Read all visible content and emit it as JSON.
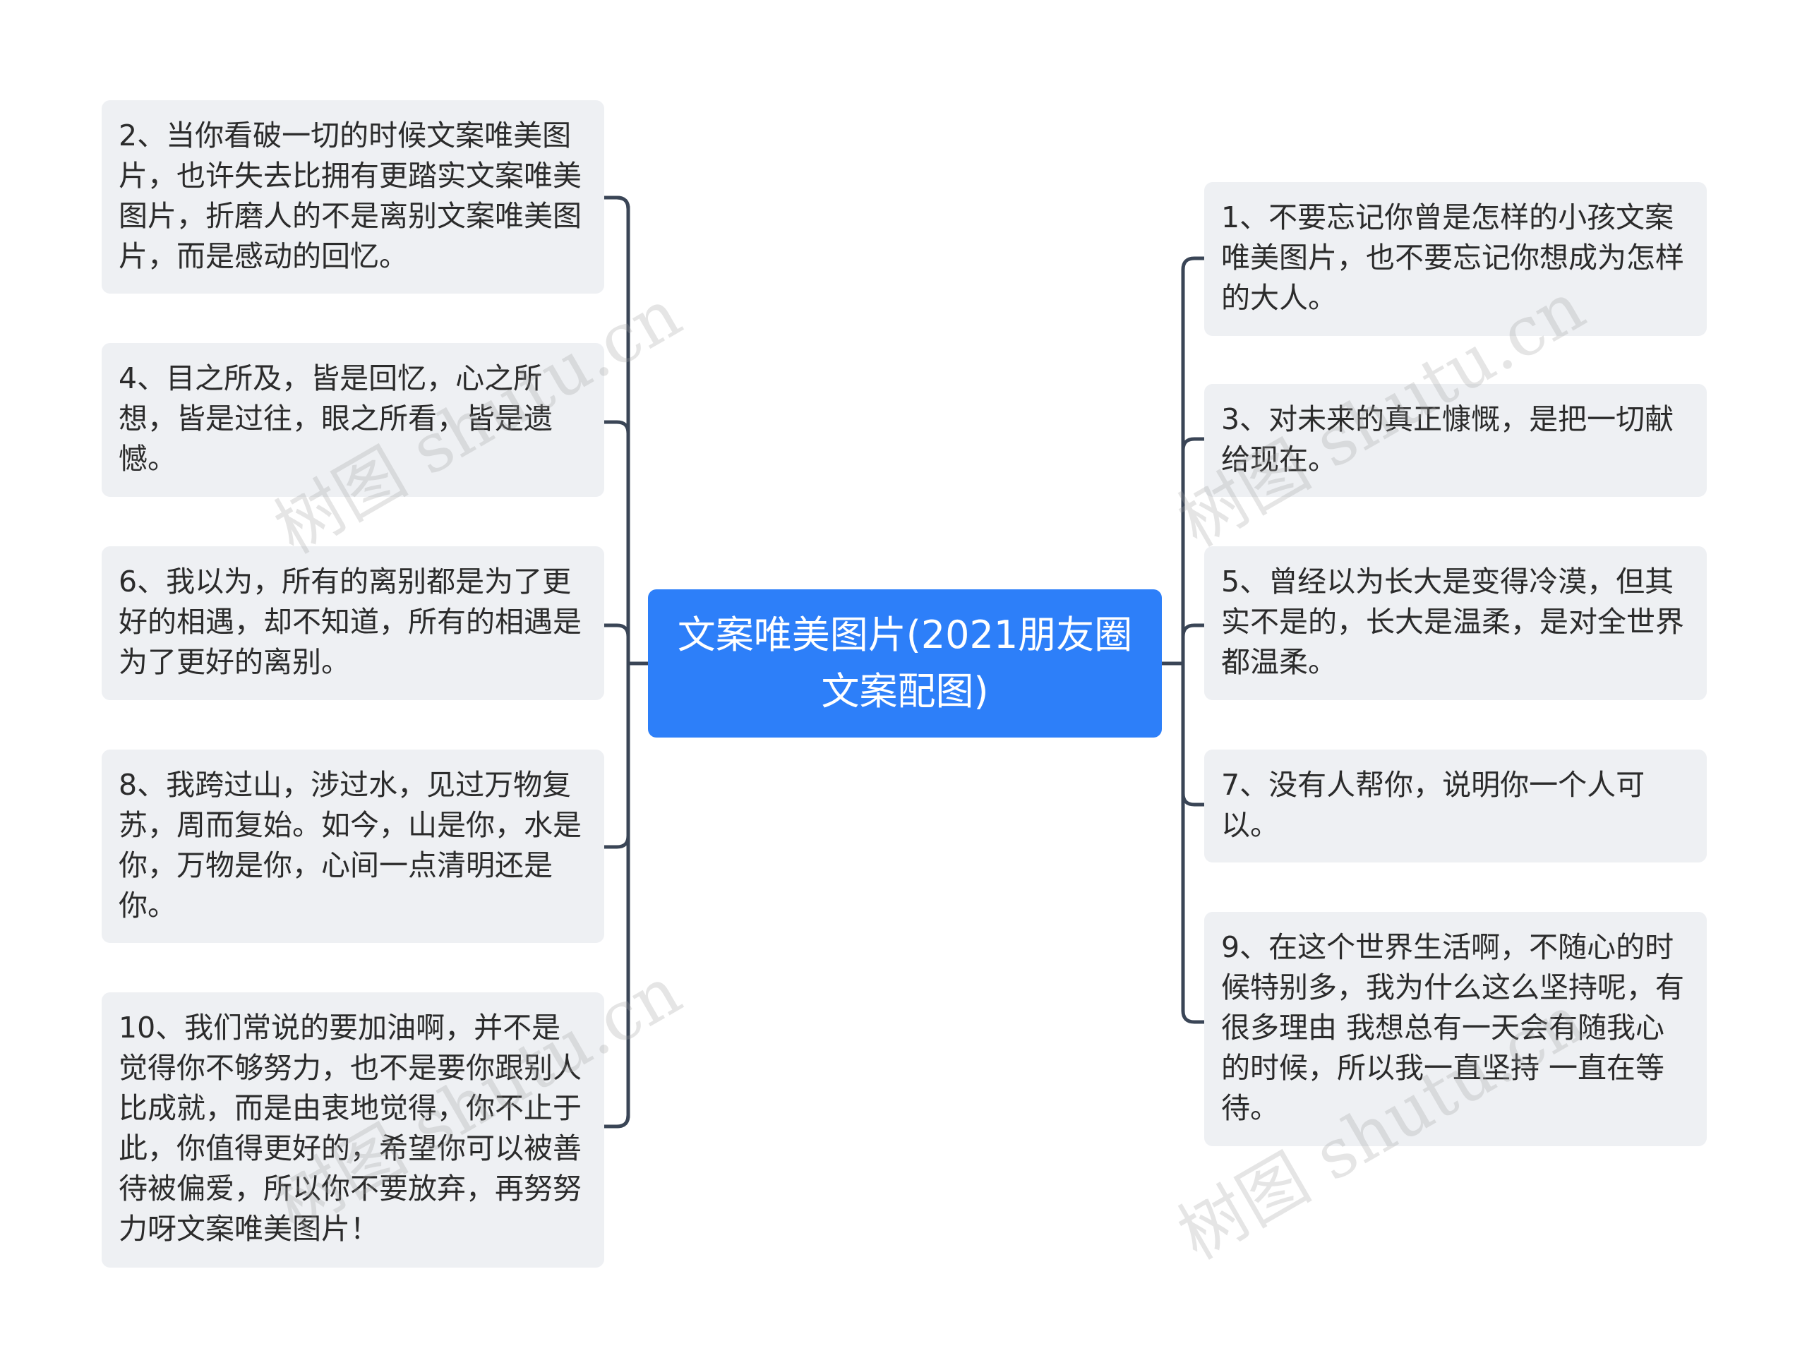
{
  "center": {
    "label": "文案唯美图片(2021朋友圈文案配图)"
  },
  "left_nodes": [
    {
      "text": "2、当你看破一切的时候文案唯美图片，也许失去比拥有更踏实文案唯美图片，折磨人的不是离别文案唯美图片，而是感动的回忆。"
    },
    {
      "text": "4、目之所及，皆是回忆，心之所想，皆是过往，眼之所看，皆是遗憾。"
    },
    {
      "text": "6、我以为，所有的离别都是为了更好的相遇，却不知道，所有的相遇是为了更好的离别。"
    },
    {
      "text": "8、我跨过山，涉过水，见过万物复苏，周而复始。如今，山是你，水是你，万物是你，心间一点清明还是你。"
    },
    {
      "text": "10、我们常说的要加油啊，并不是觉得你不够努力，也不是要你跟别人比成就，而是由衷地觉得，你不止于此，你值得更好的，希望你可以被善待被偏爱，所以你不要放弃，再努努力呀文案唯美图片！"
    }
  ],
  "right_nodes": [
    {
      "text": "1、不要忘记你曾是怎样的小孩文案唯美图片，也不要忘记你想成为怎样的大人。"
    },
    {
      "text": "3、对未来的真正慷慨，是把一切献给现在。"
    },
    {
      "text": "5、曾经以为长大是变得冷漠，但其实不是的，长大是温柔，是对全世界都温柔。"
    },
    {
      "text": "7、没有人帮你，说明你一个人可以。"
    },
    {
      "text": "9、在这个世界生活啊，不随心的时候特别多，我为什么这么坚持呢，有很多理由 我想总有一天会有随我心的时候，所以我一直坚持 一直在等待。"
    }
  ],
  "watermarks": [
    "树图 shutu.cn",
    "树图 shutu.cn",
    "树图 shutu.cn",
    "树图 shutu.cn"
  ],
  "colors": {
    "center_fill": "#2d7ff9",
    "leaf_fill": "#eef0f3",
    "connector": "#3a4556"
  }
}
